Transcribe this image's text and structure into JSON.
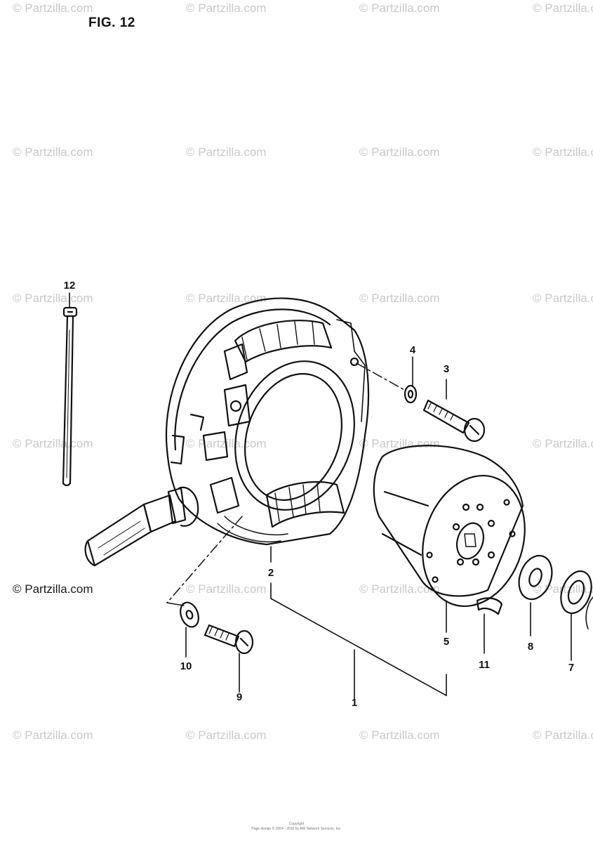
{
  "figure": {
    "title": "FIG. 12"
  },
  "watermark": {
    "text": "© Partzilla.com",
    "dark_text": "© Partzilla.com"
  },
  "callouts": {
    "c1": "1",
    "c2": "2",
    "c3": "3",
    "c4": "4",
    "c5": "5",
    "c6": "",
    "c7": "7",
    "c8": "8",
    "c9": "9",
    "c10": "10",
    "c11": "11",
    "c12": "12"
  },
  "footer": {
    "line1": "Copyright",
    "line2": "Page design © 2004 - 2016 by ARI Network Services, Inc."
  },
  "colors": {
    "line": "#111111",
    "watermark": "#c9c9c9"
  }
}
